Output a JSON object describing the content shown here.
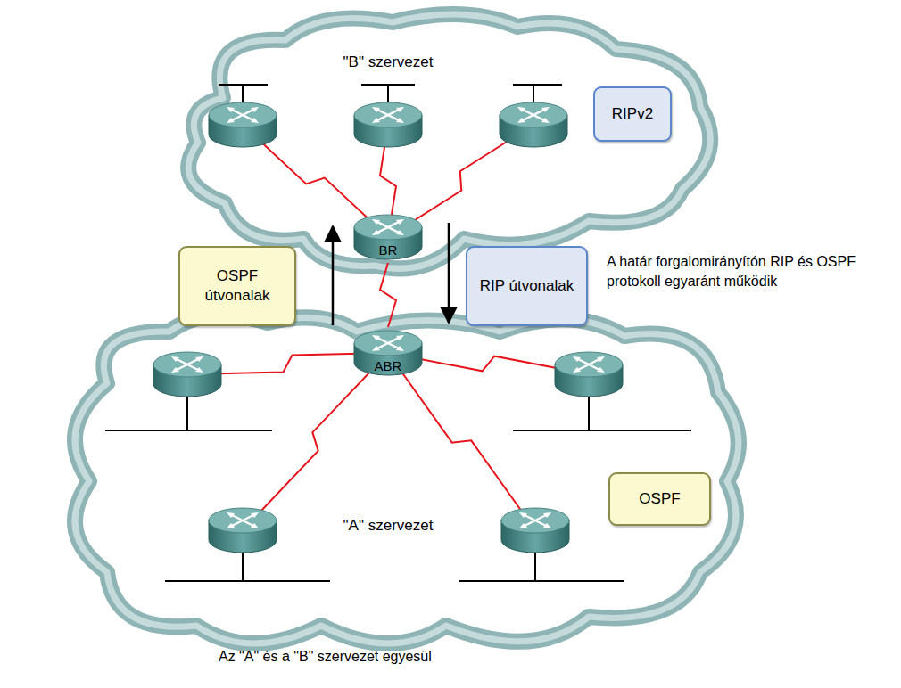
{
  "diagram": {
    "caption": "Az \"A\" és a \"B\" szervezet egyesül",
    "nodes": [
      {
        "text": [
          "\"B\" szervezet"
        ]
      },
      {
        "text": [
          "RIPv2"
        ],
        "in": 0
      },
      {
        "text": [
          "BR"
        ],
        "in": 0
      },
      {
        "text": [
          "OSPF útvonalak"
        ]
      },
      {
        "text": [
          "RIP útvonalak"
        ]
      },
      {
        "text": [
          "\"A\" szervezet"
        ]
      },
      {
        "text": [
          "ABR"
        ],
        "in": 5
      },
      {
        "text": [
          "OSPF"
        ],
        "in": 5
      }
    ],
    "edges": [
      {
        "from": 2,
        "to": 6,
        "arrow": "none"
      }
    ],
    "labels": [
      "A határ forgalomirányítón RIP és OSPF protokoll egyaránt működik"
    ]
  }
}
